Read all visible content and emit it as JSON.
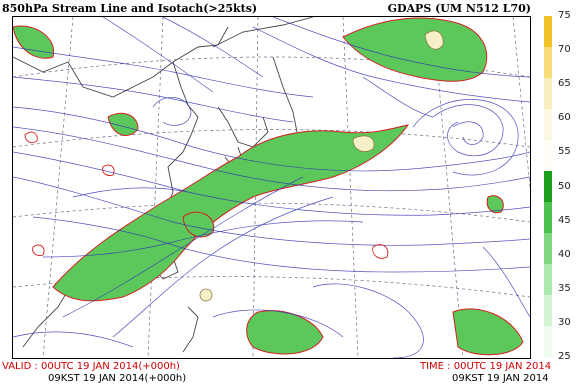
{
  "header": {
    "title": "850hPa Stream Line and Isotach(>25kts)",
    "model": "GDAPS (UM N512 L70)"
  },
  "colorbar": {
    "labels": [
      "75",
      "70",
      "65",
      "60",
      "55",
      "50",
      "45",
      "40",
      "35",
      "30",
      "25"
    ],
    "colors": [
      "#f0c228",
      "#f7dc78",
      "#fbeec0",
      "#fdf8e4",
      "#fffdf4",
      "#1e9e1e",
      "#4ec24e",
      "#7fd87f",
      "#aeeaae",
      "#d4f5d4",
      "#f0fcf0"
    ]
  },
  "colors": {
    "streamline": "#3434b4",
    "contour": "#d42020",
    "coast": "#444444",
    "jet": "#5cc85c"
  },
  "footer": {
    "valid": "VALID : 00UTC 19 JAN 2014(+000h)",
    "valid_kst": "09KST 19 JAN 2014(+000h)",
    "time": "TIME : 00UTC 19 JAN 2014",
    "time_kst": "09KST 19 JAN 2014"
  }
}
